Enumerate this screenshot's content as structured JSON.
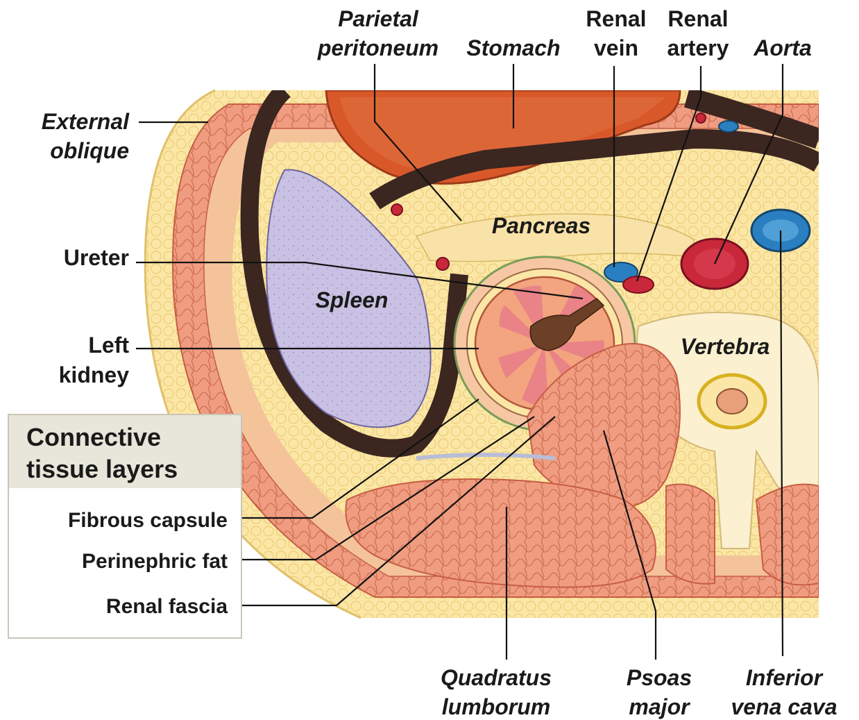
{
  "labels": {
    "parietal_peritoneum": [
      "Parietal",
      "peritoneum"
    ],
    "stomach": "Stomach",
    "renal_vein": [
      "Renal",
      "vein"
    ],
    "renal_artery": [
      "Renal",
      "artery"
    ],
    "aorta": "Aorta",
    "external_oblique": [
      "External",
      "oblique"
    ],
    "pancreas": "Pancreas",
    "ureter": "Ureter",
    "spleen": "Spleen",
    "left_kidney": [
      "Left",
      "kidney"
    ],
    "vertebra": "Vertebra",
    "quadratus_lumborum": [
      "Quadratus",
      "lumborum"
    ],
    "psoas_major": [
      "Psoas",
      "major"
    ],
    "inferior_vena_cava": [
      "Inferior",
      "vena cava"
    ]
  },
  "legend": {
    "title": [
      "Connective",
      "tissue layers"
    ],
    "items": [
      "Fibrous capsule",
      "Perinephric fat",
      "Renal fascia"
    ]
  },
  "colors": {
    "muscle": "#e9977a",
    "fat": "#fbe6a6",
    "stomach": "#d9582a",
    "spleen": "#c9c1e3",
    "cavity": "#3b2620",
    "kidney": "#f2a57e",
    "aorta": "#c8283a",
    "vena_cava": "#2a7fc0",
    "bone": "#fbf0cf",
    "legend_header": "#e8e6da"
  }
}
